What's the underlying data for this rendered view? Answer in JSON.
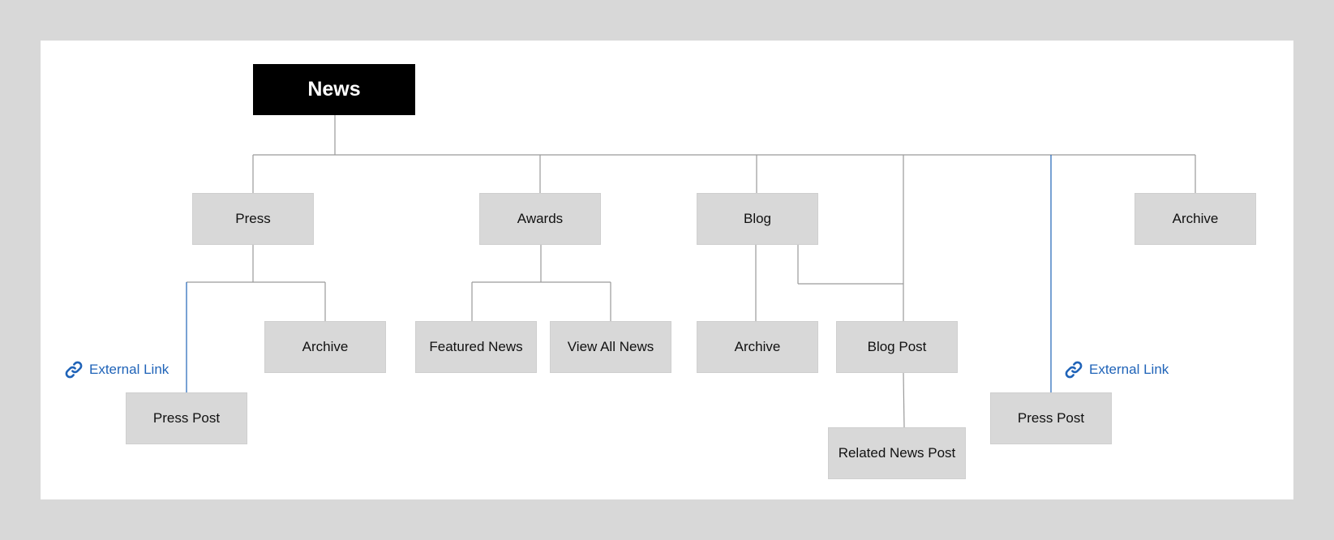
{
  "colors": {
    "background": "#d8d8d8",
    "canvas": "#ffffff",
    "node_fill": "#d8d8d8",
    "root_fill": "#000000",
    "connector": "#9a9a9a",
    "external_link": "#1f63b8"
  },
  "root": {
    "label": "News"
  },
  "level1": {
    "press": "Press",
    "awards": "Awards",
    "blog": "Blog",
    "archive": "Archive"
  },
  "press_children": {
    "press_post": "Press Post",
    "archive": "Archive",
    "external_link": "External Link"
  },
  "awards_children": {
    "featured_news": "Featured News",
    "view_all_news": "View All News"
  },
  "blog_children": {
    "archive": "Archive",
    "blog_post": "Blog Post",
    "related_news_post": "Related News Post"
  },
  "external_branch": {
    "press_post": "Press Post",
    "external_link": "External Link",
    "link_icon": "link-icon"
  }
}
